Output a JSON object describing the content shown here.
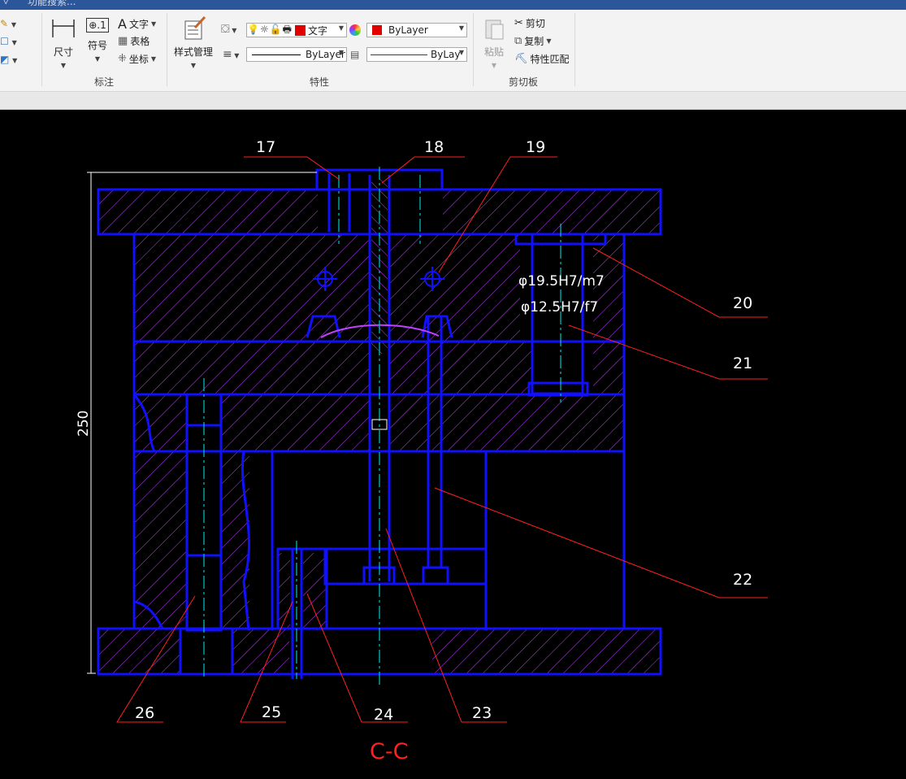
{
  "app": {
    "title": "功能搜索..."
  },
  "ribbon": {
    "annotation": {
      "group_label": "标注",
      "dimension_label": "尺寸",
      "symbol_label": "符号",
      "text_label": "文字",
      "table_label": "表格",
      "coordinate_label": "坐标"
    },
    "properties": {
      "group_label": "特性",
      "style_manager_label": "样式管理",
      "layer_combo_value": "文字",
      "color_combo_value": "ByLayer",
      "linetype_combo_value": "ByLayer",
      "lineweight_combo_value": "ByLay",
      "color_swatch": "#e00000"
    },
    "clipboard": {
      "group_label": "剪切板",
      "paste_label": "粘贴",
      "cut_label": "剪切",
      "copy_label": "复制",
      "match_props_label": "特性匹配"
    }
  },
  "drawing": {
    "section_label": "C-C",
    "overall_dimension": "250",
    "fit_label_1": "φ19.5H7/m7",
    "fit_label_2": "φ12.5H7/f7",
    "callouts": [
      "17",
      "18",
      "19",
      "20",
      "21",
      "22",
      "23",
      "24",
      "25",
      "26"
    ],
    "colors": {
      "outline": "#1010ff",
      "hatch": "#c040ff",
      "leader": "#ff2020",
      "centerline": "#00c8c8",
      "text": "#ffffff",
      "background": "#000000"
    }
  }
}
